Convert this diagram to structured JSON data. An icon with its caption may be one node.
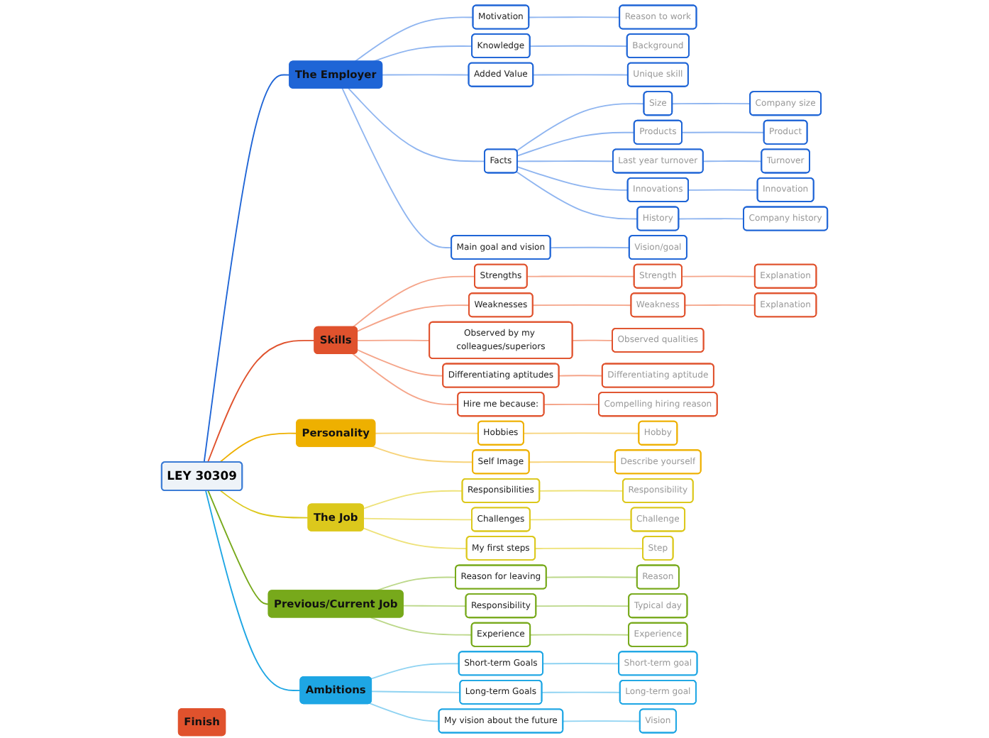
{
  "diagram": {
    "nodes": [
      {
        "text": [
          "LEY 30309"
        ]
      },
      {
        "text": [
          "The Employer"
        ]
      },
      {
        "text": [
          "Motivation"
        ]
      },
      {
        "text": [
          "Reason to work"
        ]
      },
      {
        "text": [
          "Knowledge"
        ]
      },
      {
        "text": [
          "Background"
        ]
      },
      {
        "text": [
          "Added Value"
        ]
      },
      {
        "text": [
          "Unique skill"
        ]
      },
      {
        "text": [
          "Facts"
        ]
      },
      {
        "text": [
          "Size"
        ]
      },
      {
        "text": [
          "Company size"
        ]
      },
      {
        "text": [
          "Products"
        ]
      },
      {
        "text": [
          "Product"
        ]
      },
      {
        "text": [
          "Last year turnover"
        ]
      },
      {
        "text": [
          "Turnover"
        ]
      },
      {
        "text": [
          "Innovations"
        ]
      },
      {
        "text": [
          "Innovation"
        ]
      },
      {
        "text": [
          "History"
        ]
      },
      {
        "text": [
          "Company history"
        ]
      },
      {
        "text": [
          "Main goal and vision"
        ]
      },
      {
        "text": [
          "Vision/goal"
        ]
      },
      {
        "text": [
          "Skills"
        ]
      },
      {
        "text": [
          "Strengths"
        ]
      },
      {
        "text": [
          "Strength"
        ]
      },
      {
        "text": [
          "Explanation"
        ]
      },
      {
        "text": [
          "Weaknesses"
        ]
      },
      {
        "text": [
          "Weakness"
        ]
      },
      {
        "text": [
          "Explanation"
        ]
      },
      {
        "text": [
          "Observed by my colleagues/superiors"
        ]
      },
      {
        "text": [
          "Observed qualities"
        ]
      },
      {
        "text": [
          "Differentiating aptitudes"
        ]
      },
      {
        "text": [
          "Differentiating aptitude"
        ]
      },
      {
        "text": [
          "Hire me because:"
        ]
      },
      {
        "text": [
          "Compelling hiring reason"
        ]
      },
      {
        "text": [
          "Personality"
        ]
      },
      {
        "text": [
          "Hobbies"
        ]
      },
      {
        "text": [
          "Hobby"
        ]
      },
      {
        "text": [
          "Self Image"
        ]
      },
      {
        "text": [
          "Describe yourself"
        ]
      },
      {
        "text": [
          "The Job"
        ]
      },
      {
        "text": [
          "Responsibilities"
        ]
      },
      {
        "text": [
          "Responsibility"
        ]
      },
      {
        "text": [
          "Challenges"
        ]
      },
      {
        "text": [
          "Challenge"
        ]
      },
      {
        "text": [
          "My first steps"
        ]
      },
      {
        "text": [
          "Step"
        ]
      },
      {
        "text": [
          "Previous/Current Job"
        ]
      },
      {
        "text": [
          "Reason for leaving"
        ]
      },
      {
        "text": [
          "Reason"
        ]
      },
      {
        "text": [
          "Responsibility"
        ]
      },
      {
        "text": [
          "Typical day"
        ]
      },
      {
        "text": [
          "Experience"
        ]
      },
      {
        "text": [
          "Experience"
        ]
      },
      {
        "text": [
          "Ambitions"
        ]
      },
      {
        "text": [
          "Short-term Goals"
        ]
      },
      {
        "text": [
          "Short-term goal"
        ]
      },
      {
        "text": [
          "Long-term Goals"
        ]
      },
      {
        "text": [
          "Long-term goal"
        ]
      },
      {
        "text": [
          "My vision about the future"
        ]
      },
      {
        "text": [
          "Vision"
        ]
      },
      {
        "text": [
          "Finish"
        ]
      }
    ],
    "edges": [
      {
        "from": 0,
        "to": 1,
        "arrow": "none",
        "color": "#1f65d6"
      },
      {
        "from": 1,
        "to": 2,
        "arrow": "none",
        "color": "#8fb5f0"
      },
      {
        "from": 2,
        "to": 3,
        "arrow": "none",
        "color": "#8fb5f0"
      },
      {
        "from": 1,
        "to": 4,
        "arrow": "none",
        "color": "#8fb5f0"
      },
      {
        "from": 4,
        "to": 5,
        "arrow": "none",
        "color": "#8fb5f0"
      },
      {
        "from": 1,
        "to": 6,
        "arrow": "none",
        "color": "#8fb5f0"
      },
      {
        "from": 6,
        "to": 7,
        "arrow": "none",
        "color": "#8fb5f0"
      },
      {
        "from": 1,
        "to": 8,
        "arrow": "none",
        "color": "#8fb5f0"
      },
      {
        "from": 8,
        "to": 9,
        "arrow": "none",
        "color": "#8fb5f0"
      },
      {
        "from": 9,
        "to": 10,
        "arrow": "none",
        "color": "#8fb5f0"
      },
      {
        "from": 8,
        "to": 11,
        "arrow": "none",
        "color": "#8fb5f0"
      },
      {
        "from": 11,
        "to": 12,
        "arrow": "none",
        "color": "#8fb5f0"
      },
      {
        "from": 8,
        "to": 13,
        "arrow": "none",
        "color": "#8fb5f0"
      },
      {
        "from": 13,
        "to": 14,
        "arrow": "none",
        "color": "#8fb5f0"
      },
      {
        "from": 8,
        "to": 15,
        "arrow": "none",
        "color": "#8fb5f0"
      },
      {
        "from": 15,
        "to": 16,
        "arrow": "none",
        "color": "#8fb5f0"
      },
      {
        "from": 8,
        "to": 17,
        "arrow": "none",
        "color": "#8fb5f0"
      },
      {
        "from": 17,
        "to": 18,
        "arrow": "none",
        "color": "#8fb5f0"
      },
      {
        "from": 1,
        "to": 19,
        "arrow": "none",
        "color": "#8fb5f0"
      },
      {
        "from": 19,
        "to": 20,
        "arrow": "none",
        "color": "#8fb5f0"
      },
      {
        "from": 0,
        "to": 21,
        "arrow": "none",
        "color": "#e0522d"
      },
      {
        "from": 21,
        "to": 22,
        "arrow": "none",
        "color": "#f5a58a"
      },
      {
        "from": 22,
        "to": 23,
        "arrow": "none",
        "color": "#f5a58a"
      },
      {
        "from": 23,
        "to": 24,
        "arrow": "none",
        "color": "#f5a58a"
      },
      {
        "from": 21,
        "to": 25,
        "arrow": "none",
        "color": "#f5a58a"
      },
      {
        "from": 25,
        "to": 26,
        "arrow": "none",
        "color": "#f5a58a"
      },
      {
        "from": 26,
        "to": 27,
        "arrow": "none",
        "color": "#f5a58a"
      },
      {
        "from": 21,
        "to": 28,
        "arrow": "none",
        "color": "#f5a58a"
      },
      {
        "from": 28,
        "to": 29,
        "arrow": "none",
        "color": "#f5a58a"
      },
      {
        "from": 21,
        "to": 30,
        "arrow": "none",
        "color": "#f5a58a"
      },
      {
        "from": 30,
        "to": 31,
        "arrow": "none",
        "color": "#f5a58a"
      },
      {
        "from": 21,
        "to": 32,
        "arrow": "none",
        "color": "#f5a58a"
      },
      {
        "from": 32,
        "to": 33,
        "arrow": "none",
        "color": "#f5a58a"
      },
      {
        "from": 0,
        "to": 34,
        "arrow": "none",
        "color": "#eeb000"
      },
      {
        "from": 34,
        "to": 35,
        "arrow": "none",
        "color": "#f7d37a"
      },
      {
        "from": 35,
        "to": 36,
        "arrow": "none",
        "color": "#f7d37a"
      },
      {
        "from": 34,
        "to": 37,
        "arrow": "none",
        "color": "#f7d37a"
      },
      {
        "from": 37,
        "to": 38,
        "arrow": "none",
        "color": "#f7d37a"
      },
      {
        "from": 0,
        "to": 39,
        "arrow": "none",
        "color": "#dcc81c"
      },
      {
        "from": 39,
        "to": 40,
        "arrow": "none",
        "color": "#eee27a"
      },
      {
        "from": 40,
        "to": 41,
        "arrow": "none",
        "color": "#eee27a"
      },
      {
        "from": 39,
        "to": 42,
        "arrow": "none",
        "color": "#eee27a"
      },
      {
        "from": 42,
        "to": 43,
        "arrow": "none",
        "color": "#eee27a"
      },
      {
        "from": 39,
        "to": 44,
        "arrow": "none",
        "color": "#eee27a"
      },
      {
        "from": 44,
        "to": 45,
        "arrow": "none",
        "color": "#eee27a"
      },
      {
        "from": 0,
        "to": 46,
        "arrow": "none",
        "color": "#77a91b"
      },
      {
        "from": 46,
        "to": 47,
        "arrow": "none",
        "color": "#bcd88a"
      },
      {
        "from": 47,
        "to": 48,
        "arrow": "none",
        "color": "#bcd88a"
      },
      {
        "from": 46,
        "to": 49,
        "arrow": "none",
        "color": "#bcd88a"
      },
      {
        "from": 49,
        "to": 50,
        "arrow": "none",
        "color": "#bcd88a"
      },
      {
        "from": 46,
        "to": 51,
        "arrow": "none",
        "color": "#bcd88a"
      },
      {
        "from": 51,
        "to": 52,
        "arrow": "none",
        "color": "#bcd88a"
      },
      {
        "from": 0,
        "to": 53,
        "arrow": "none",
        "color": "#1ea6e4"
      },
      {
        "from": 53,
        "to": 54,
        "arrow": "none",
        "color": "#8fd3f2"
      },
      {
        "from": 54,
        "to": 55,
        "arrow": "none",
        "color": "#8fd3f2"
      },
      {
        "from": 53,
        "to": 56,
        "arrow": "none",
        "color": "#8fd3f2"
      },
      {
        "from": 56,
        "to": 57,
        "arrow": "none",
        "color": "#8fd3f2"
      },
      {
        "from": 53,
        "to": 58,
        "arrow": "none",
        "color": "#8fd3f2"
      },
      {
        "from": 58,
        "to": 59,
        "arrow": "none",
        "color": "#8fd3f2"
      }
    ]
  }
}
